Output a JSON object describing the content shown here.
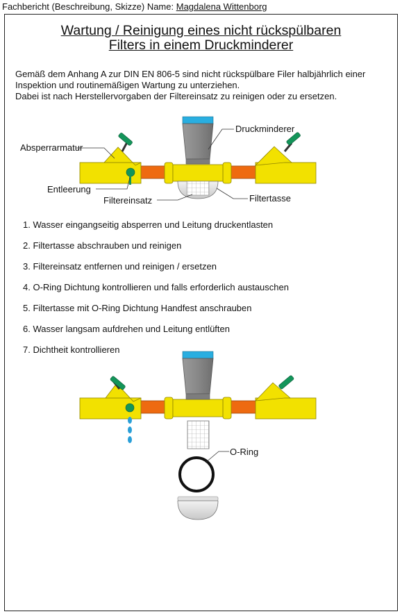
{
  "header": {
    "label": "Fachbericht (Beschreibung, Skizze) Name:",
    "name": "Magdalena Wittenborg"
  },
  "title": {
    "line1": "Wartung / Reinigung eines nicht rückspülbaren",
    "line2": "Filters in einem Druckminderer"
  },
  "intro": {
    "line1": "Gemäß dem Anhang A zur DIN EN 806-5 sind nicht rückspülbare Filer halbjährlich einer",
    "line2": "Inspektion und routinemäßigen Wartung zu unterziehen.",
    "line3": "Dabei ist nach Herstellervorgaben der Filtereinsatz zu reinigen oder zu ersetzen."
  },
  "diagram1": {
    "labels": {
      "absperrarmatur": "Absperrarmatur",
      "druckminderer": "Druckminderer",
      "entleerung": "Entleerung",
      "filtereinsatz": "Filtereinsatz",
      "filtertasse": "Filtertasse"
    }
  },
  "steps": [
    "1. Wasser eingangseitig absperren und Leitung druckentlasten",
    "2. Filtertasse abschrauben und reinigen",
    "3. Filtereinsatz entfernen und reinigen / ersetzen",
    "4. O-Ring Dichtung kontrollieren und falls erforderlich austauschen",
    "5. Filtertasse mit O-Ring Dichtung Handfest anschrauben",
    "6. Wasser langsam aufdrehen und Leitung entlüften",
    "7. Dichtheit kontrollieren"
  ],
  "diagram2": {
    "labels": {
      "oring": "O-Ring"
    }
  },
  "colors": {
    "yellow": "#f2e100",
    "orange": "#ee6a10",
    "gray": "#8a8a8a",
    "blue": "#29aee0",
    "green": "#13955a",
    "water": "#2a9fd8"
  }
}
